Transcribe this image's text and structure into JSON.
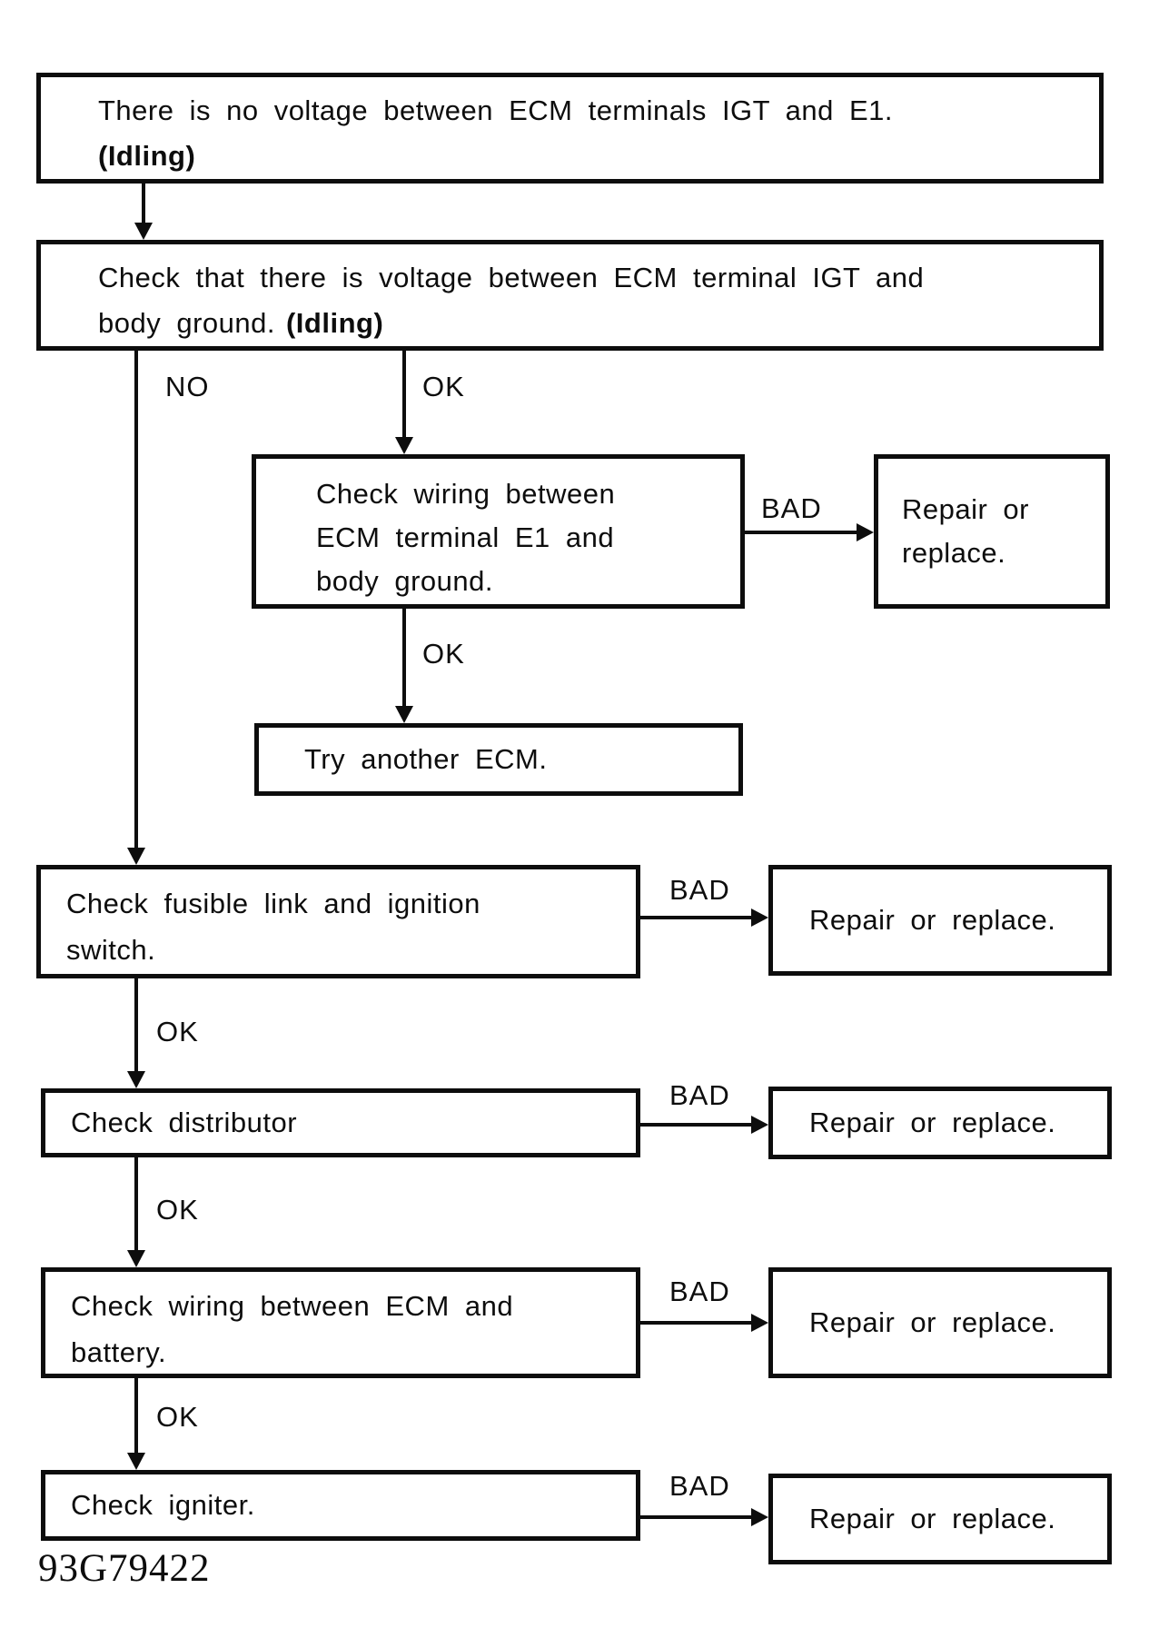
{
  "diagram": {
    "type": "flowchart",
    "figure_code": "93G79422",
    "colors": {
      "ink": "#0d0d0d",
      "paper": "#ffffff"
    },
    "edge_labels": {
      "no": "NO",
      "ok": "OK",
      "bad": "BAD"
    },
    "nodes": {
      "start": {
        "line1": "There is no voltage between ECM terminals IGT and E1.",
        "line2_bold": "(Idling)"
      },
      "check_voltage_igt": {
        "line1": "Check that there is voltage between ECM terminal IGT and",
        "line2": "body ground.",
        "line2_bold": "(Idling)"
      },
      "check_wiring_e1": {
        "line1": "Check wiring between",
        "line2": "ECM terminal E1 and",
        "line3": "body ground."
      },
      "repair_two_line": {
        "line1": "Repair or",
        "line2": "replace."
      },
      "try_another_ecm": {
        "text": "Try another ECM."
      },
      "check_fusible_link": {
        "line1": "Check fusible link and ignition",
        "line2": "switch."
      },
      "check_distributor": {
        "text": "Check distributor"
      },
      "check_wiring_battery": {
        "line1": "Check wiring between ECM and",
        "line2": "battery."
      },
      "check_igniter": {
        "text": "Check igniter."
      },
      "repair_one_line": {
        "text": "Repair or replace."
      }
    },
    "edges": [
      {
        "from": "start",
        "to": "check_voltage_igt",
        "label": ""
      },
      {
        "from": "check_voltage_igt",
        "to": "check_fusible_link",
        "label": "NO"
      },
      {
        "from": "check_voltage_igt",
        "to": "check_wiring_e1",
        "label": "OK"
      },
      {
        "from": "check_wiring_e1",
        "to": "repair_or_replace",
        "label": "BAD"
      },
      {
        "from": "check_wiring_e1",
        "to": "try_another_ecm",
        "label": "OK"
      },
      {
        "from": "check_fusible_link",
        "to": "repair_or_replace",
        "label": "BAD"
      },
      {
        "from": "check_fusible_link",
        "to": "check_distributor",
        "label": "OK"
      },
      {
        "from": "check_distributor",
        "to": "repair_or_replace",
        "label": "BAD"
      },
      {
        "from": "check_distributor",
        "to": "check_wiring_battery",
        "label": "OK"
      },
      {
        "from": "check_wiring_battery",
        "to": "repair_or_replace",
        "label": "BAD"
      },
      {
        "from": "check_wiring_battery",
        "to": "check_igniter",
        "label": "OK"
      },
      {
        "from": "check_igniter",
        "to": "repair_or_replace",
        "label": "BAD"
      }
    ]
  }
}
